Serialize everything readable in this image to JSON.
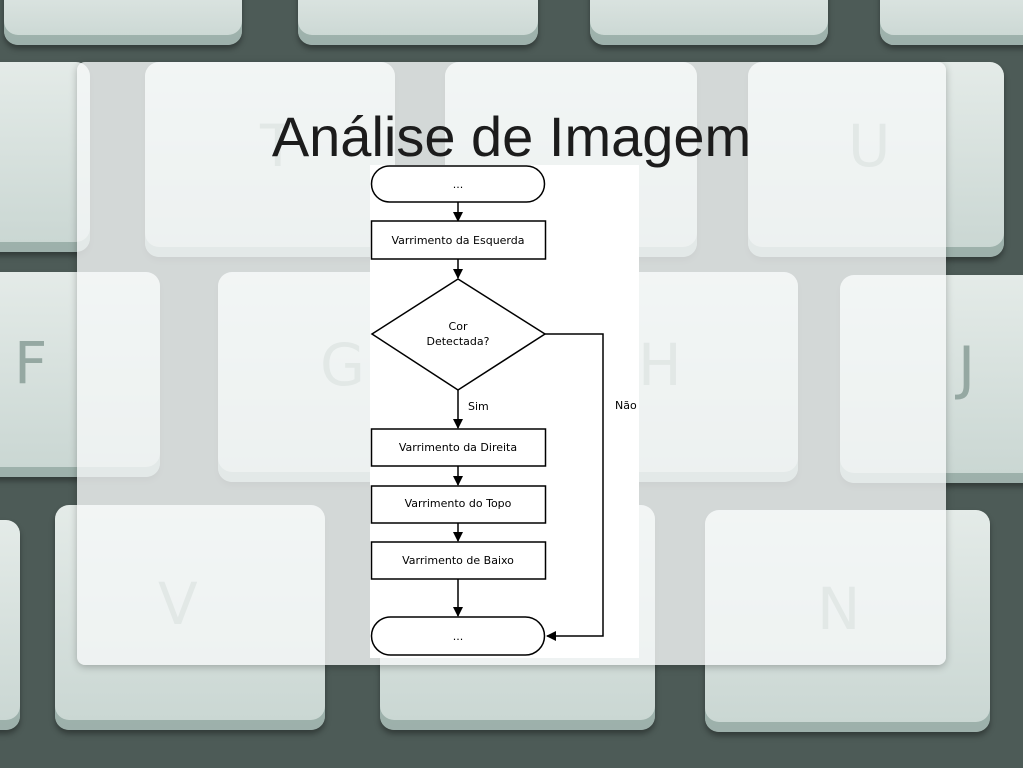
{
  "slide": {
    "title": "Análise de Imagem"
  },
  "keyboard": {
    "letters": [
      "F",
      "G",
      "H",
      "J",
      "V",
      "N",
      "T",
      "U"
    ]
  },
  "flowchart": {
    "start_label": "...",
    "steps": [
      "Varrimento da Esquerda",
      "Varrimento da Direita",
      "Varrimento do Topo",
      "Varrimento de Baixo"
    ],
    "decision_lines": [
      "Cor",
      "Detectada?"
    ],
    "yes_label": "Sim",
    "no_label": "Não",
    "end_label": "..."
  }
}
